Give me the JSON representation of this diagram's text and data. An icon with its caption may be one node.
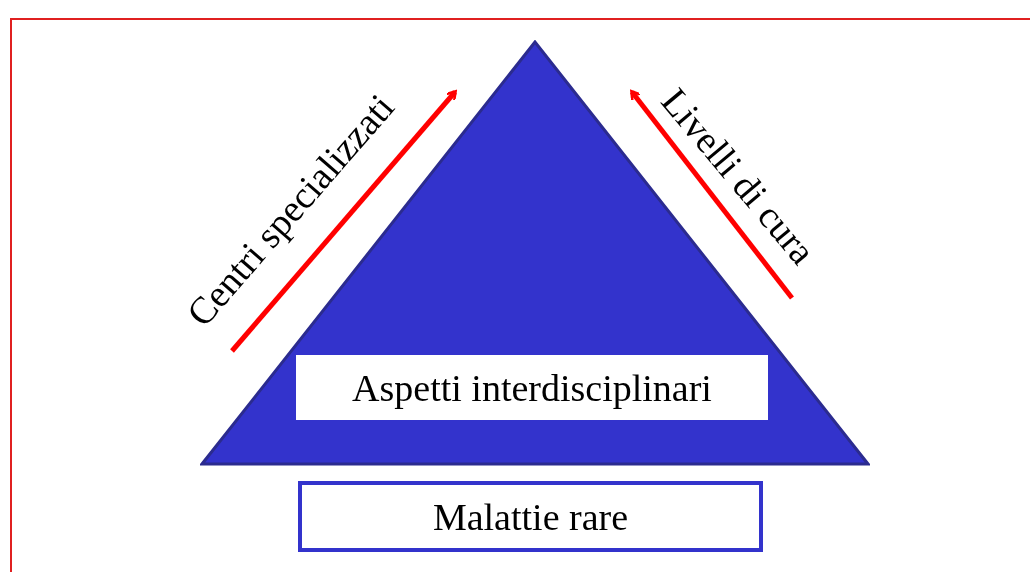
{
  "diagram": {
    "nodes": [
      {
        "text": [],
        "shape": "triangle"
      },
      {
        "text": [
          "Aspetti interdisciplinari"
        ],
        "in": 0
      },
      {
        "text": [
          "Malattie rare"
        ]
      }
    ],
    "labels": [
      "Centri specializzati",
      "Livelli di cura"
    ]
  }
}
